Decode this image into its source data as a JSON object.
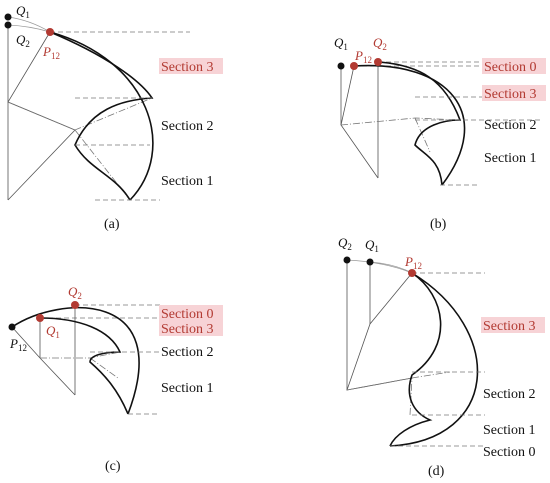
{
  "colors": {
    "accent_red": "#b23a32",
    "highlight_pink": "#f7d3d6",
    "ink": "#111111"
  },
  "panels": {
    "a": {
      "caption": "(a)",
      "points": {
        "q1": "Q",
        "q1_sub": "1",
        "q2": "Q",
        "q2_sub": "2",
        "p12": "P",
        "p12_sub": "12"
      },
      "sections": {
        "s3": "Section 3",
        "s2": "Section 2",
        "s1": "Section 1"
      }
    },
    "b": {
      "caption": "(b)",
      "points": {
        "q1": "Q",
        "q1_sub": "1",
        "q2": "Q",
        "q2_sub": "2",
        "p12": "P",
        "p12_sub": "12"
      },
      "sections": {
        "s0": "Section 0",
        "s3": "Section 3",
        "s2": "Section 2",
        "s1": "Section 1"
      }
    },
    "c": {
      "caption": "(c)",
      "points": {
        "q1": "Q",
        "q1_sub": "1",
        "q2": "Q",
        "q2_sub": "2",
        "p12": "P",
        "p12_sub": "12"
      },
      "sections": {
        "s0": "Section 0",
        "s3": "Section 3",
        "s2": "Section 2",
        "s1": "Section 1"
      }
    },
    "d": {
      "caption": "(d)",
      "points": {
        "q1": "Q",
        "q1_sub": "1",
        "q2": "Q",
        "q2_sub": "2",
        "p12": "P",
        "p12_sub": "12"
      },
      "sections": {
        "s3": "Section 3",
        "s2": "Section 2",
        "s1": "Section 1",
        "s0": "Section 0"
      }
    }
  }
}
